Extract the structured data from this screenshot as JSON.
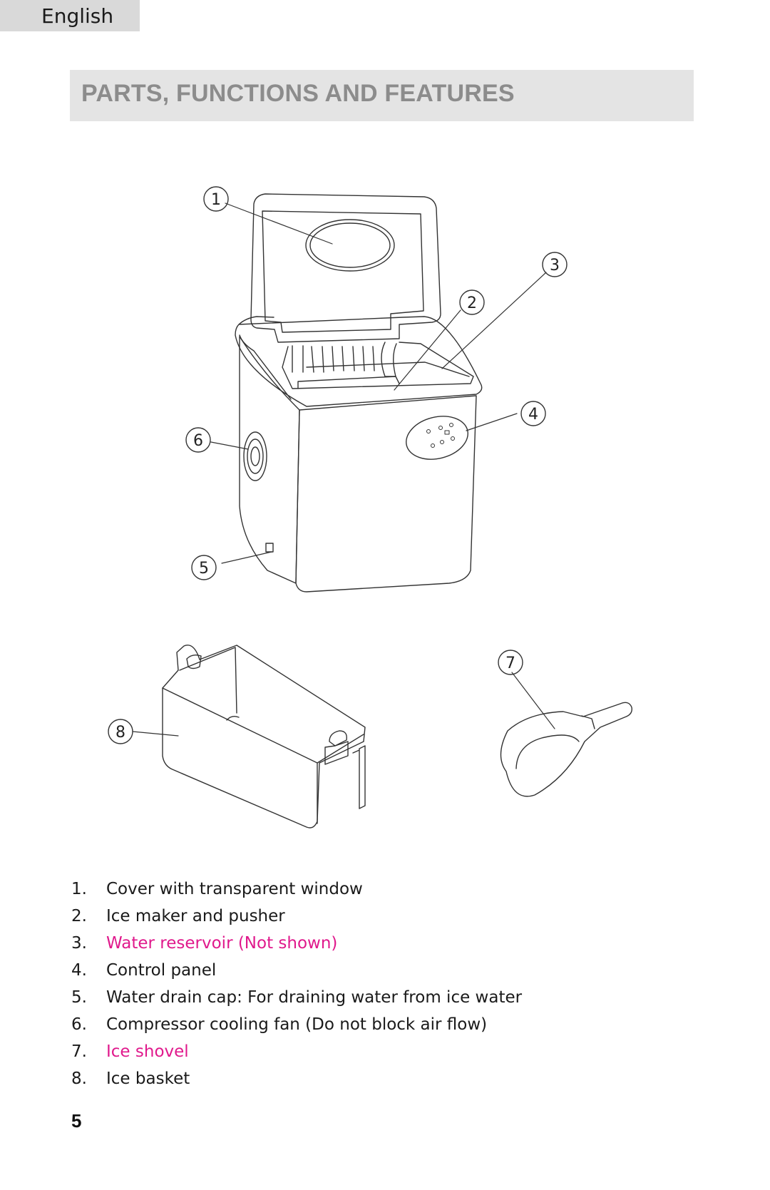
{
  "header": {
    "language_tab": "English"
  },
  "section": {
    "title": "PARTS, FUNCTIONS AND FEATURES"
  },
  "diagram": {
    "callouts": [
      "1",
      "2",
      "3",
      "4",
      "5",
      "6",
      "7",
      "8"
    ]
  },
  "parts": [
    {
      "number": "1.",
      "label": "Cover with transparent window",
      "highlight": false
    },
    {
      "number": "2.",
      "label": "Ice maker and pusher",
      "highlight": false
    },
    {
      "number": "3.",
      "label": "Water reservoir (Not shown)",
      "highlight": true,
      "color": "#e0198c"
    },
    {
      "number": "4.",
      "label": "Control panel",
      "highlight": false
    },
    {
      "number": "5.",
      "label": "Water drain cap: For draining water from ice water",
      "highlight": false
    },
    {
      "number": "6.",
      "label": "Compressor cooling fan (Do not block air flow)",
      "highlight": false
    },
    {
      "number": "7.",
      "label": "Ice shovel",
      "highlight": true,
      "color": "#e0198c"
    },
    {
      "number": "8.",
      "label": "Ice basket",
      "highlight": false
    }
  ],
  "footer": {
    "page_number": "5"
  }
}
